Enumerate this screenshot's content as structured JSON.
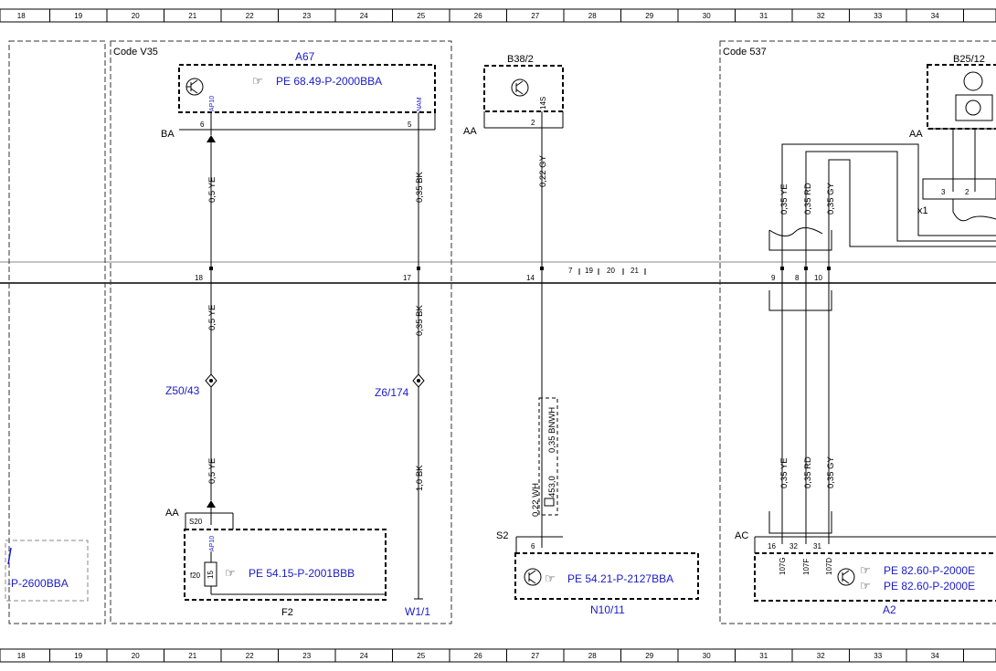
{
  "grid": {
    "columns": [
      "18",
      "19",
      "20",
      "21",
      "22",
      "23",
      "24",
      "25",
      "26",
      "27",
      "28",
      "29",
      "30",
      "31",
      "32",
      "33",
      "34"
    ]
  },
  "areas": {
    "code_v35": "Code V35",
    "code_537": "Code 537"
  },
  "components": {
    "a67": {
      "name": "A67",
      "ref": "PE 68.49-P-2000BBA",
      "pin_ap10": "AP10",
      "pin_nam": "NAM",
      "pin_6": "6",
      "pin_5": "5",
      "ground_label": "BA"
    },
    "b38_2": {
      "name": "B38/2",
      "pin_14s": "14S",
      "pin_2": "2",
      "ground_label": "AA"
    },
    "b25_12": {
      "name": "B25/12",
      "ground_label": "AA",
      "pin_3": "3",
      "pin_2": "2",
      "connector_label": "x1"
    },
    "f2": {
      "name": "F2",
      "ref": "PE 54.15-P-2001BBB",
      "pin_ap10": "AP10",
      "pin_15": "15",
      "fuse_label": "f20",
      "conn_label": "S20",
      "ground_label": "AA"
    },
    "n10_11": {
      "name": "N10/11",
      "ref": "PE 54.21-P-2127BBA",
      "pin_6": "6",
      "conn_label": "S2"
    },
    "a2": {
      "name": "A2",
      "ref1": "PE 82.60-P-2000E",
      "ref2": "PE 82.60-P-2000E",
      "conn_label": "AC",
      "pin_16": "16",
      "pin_32": "32",
      "pin_31": "31",
      "sub_107g": "107G",
      "sub_107f": "107F",
      "sub_107d": "107D"
    },
    "left_partial": {
      "ref": "-P-2600BBA"
    }
  },
  "wires": {
    "yellow_top": "0,5 YE",
    "black_top": "0,35 BK",
    "gray_top": "0,22 GY",
    "yellow_mid": "0,5 YE",
    "black_mid": "0,35 BK",
    "yellow_bot": "0,5 YE",
    "black_bot": "1,0 BK",
    "bnwh": "0,35 BNWH",
    "wh": "0,22 WH",
    "part_453": "453,0",
    "ye_537_top": "0,35 YE",
    "rd_537_top": "0,35 RD",
    "gy_537_top": "0,35 GY",
    "ye_537_bot": "0,35 YE",
    "rd_537_bot": "0,35 RD",
    "gy_537_bot": "0,35 GY"
  },
  "connectors": {
    "c18": "18",
    "c17": "17",
    "c14": "14",
    "c7": "7",
    "c19": "19",
    "c20": "20",
    "c21": "21",
    "c9": "9",
    "c8": "8",
    "c10": "10"
  },
  "splices": {
    "z50_43": "Z50/43",
    "z6_174": "Z6/174"
  },
  "grounds": {
    "w1_1": "W1/1"
  },
  "colors": {
    "reference_blue": "#1a1acc",
    "wire": "#000000"
  }
}
